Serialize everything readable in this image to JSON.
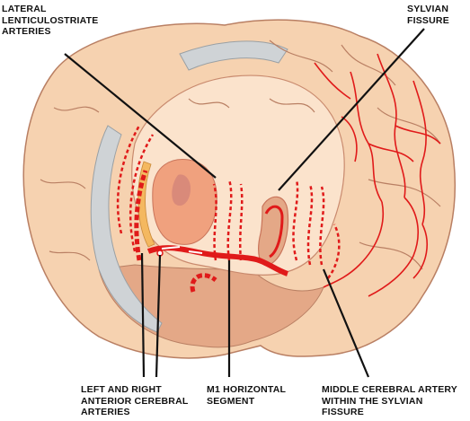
{
  "labels": {
    "lenticulostriate": [
      "LATERAL",
      "LENTICULOSTRIATE",
      "ARTERIES"
    ],
    "sylvian": [
      "SYLVIAN",
      "FISSURE"
    ],
    "anterior_cerebral": [
      "LEFT AND RIGHT",
      "ANTERIOR CEREBRAL",
      "ARTERIES"
    ],
    "m1": [
      "M1 HORIZONTAL",
      "SEGMENT"
    ],
    "middle_cerebral": [
      "MIDDLE CEREBRAL ARTERY",
      "WITHIN THE SYLVIAN",
      "FISSURE"
    ]
  },
  "colors": {
    "brain_outer": "#f6d2b0",
    "brain_edge": "#c98a6e",
    "brain_deep": "#e4a887",
    "cortex_band": "#cfd3d6",
    "artery": "#e01a1a",
    "nucleus": "#f0a17e",
    "nucleus_core": "#d98a7a",
    "interior": "#fbe3cc"
  }
}
